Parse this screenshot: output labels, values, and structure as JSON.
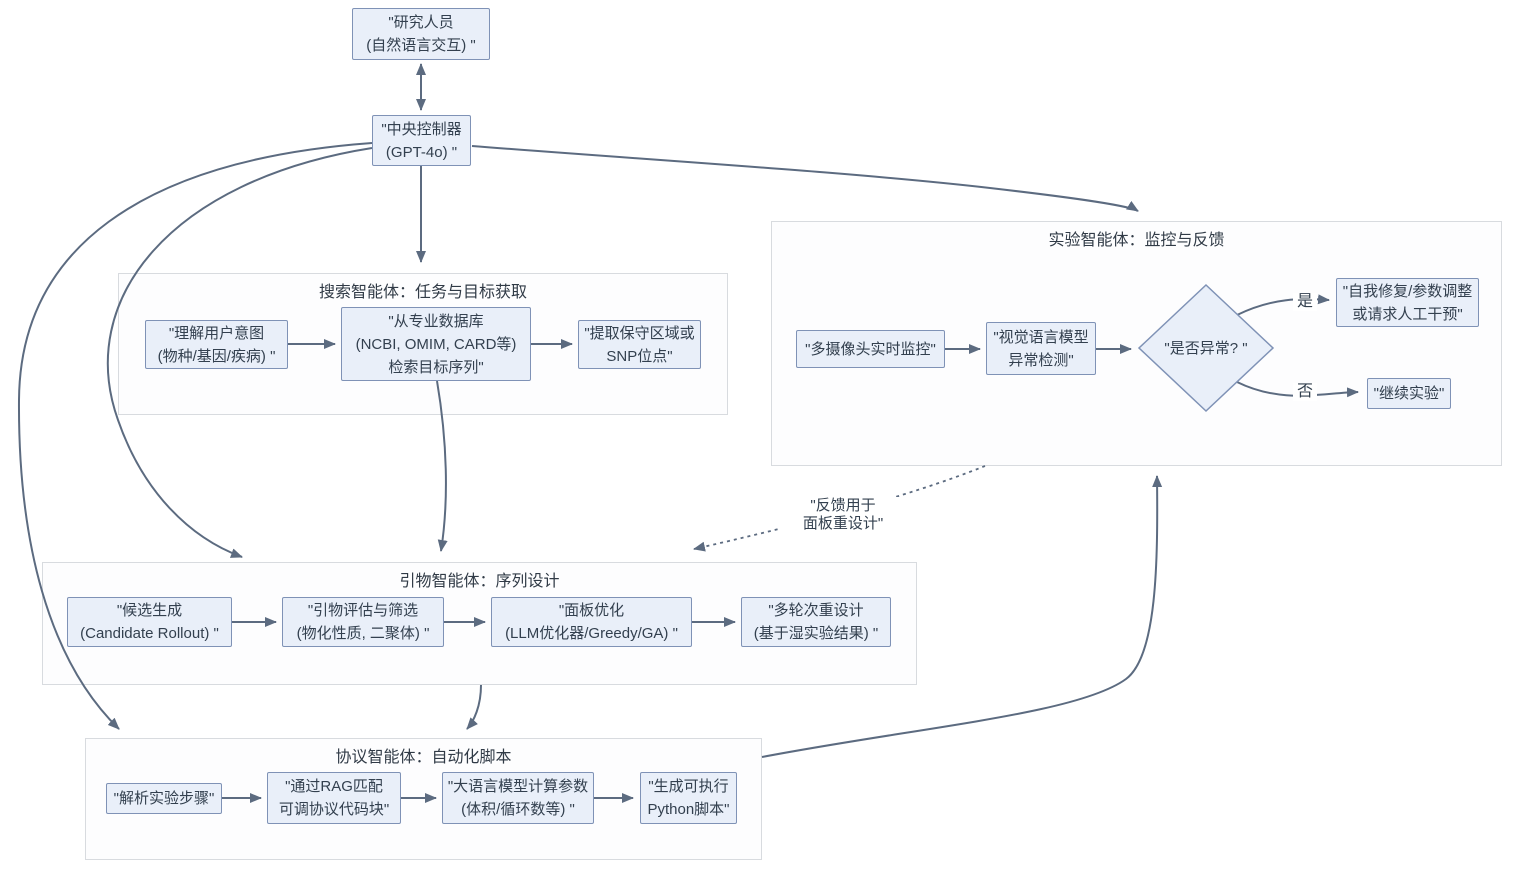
{
  "colors": {
    "node_fill": "#E9EFF9",
    "node_border": "#7F92B6",
    "edge": "#5C6B80",
    "group_border": "#D8DBDF",
    "group_fill": "#FDFDFE",
    "text": "#33404F",
    "background": "#FFFFFF"
  },
  "nodes": {
    "researcher": {
      "label": "\"研究人员\n(自然语言交互) \""
    },
    "controller": {
      "label": "\"中央控制器\n(GPT-4o) \""
    },
    "understand_intent": {
      "label": "\"理解用户意图\n(物种/基因/疾病) \""
    },
    "retrieve_db": {
      "label": "\"从专业数据库\n(NCBI, OMIM, CARD等)\n检索目标序列\""
    },
    "extract_snp": {
      "label": "\"提取保守区域或\nSNP位点\""
    },
    "camera_monitor": {
      "label": "\"多摄像头实时监控\""
    },
    "vlm_detect": {
      "label": "\"视觉语言模型\n异常检测\""
    },
    "decision_abnormal": {
      "label": "\"是否异常? \""
    },
    "self_repair": {
      "label": "\"自我修复/参数调整\n或请求人工干预\""
    },
    "continue_exp": {
      "label": "\"继续实验\""
    },
    "candidate_gen": {
      "label": "\"候选生成\n(Candidate Rollout) \""
    },
    "primer_eval": {
      "label": "\"引物评估与筛选\n(物化性质, 二聚体) \""
    },
    "panel_opt": {
      "label": "\"面板优化\n(LLM优化器/Greedy/GA) \""
    },
    "redesign": {
      "label": "\"多轮次重设计\n(基于湿实验结果) \""
    },
    "parse_steps": {
      "label": "\"解析实验步骤\""
    },
    "rag_match": {
      "label": "\"通过RAG匹配\n可调协议代码块\""
    },
    "llm_params": {
      "label": "\"大语言模型计算参数\n(体积/循环数等) \""
    },
    "gen_script": {
      "label": "\"生成可执行\nPython脚本\""
    }
  },
  "groups": {
    "search": {
      "title": "搜索智能体：任务与目标获取"
    },
    "experiment": {
      "title": "实验智能体：监控与反馈"
    },
    "primer": {
      "title": "引物智能体：序列设计"
    },
    "protocol": {
      "title": "协议智能体：自动化脚本"
    }
  },
  "edge_labels": {
    "yes": "是",
    "no": "否",
    "feedback": "\"反馈用于\n面板重设计\""
  }
}
